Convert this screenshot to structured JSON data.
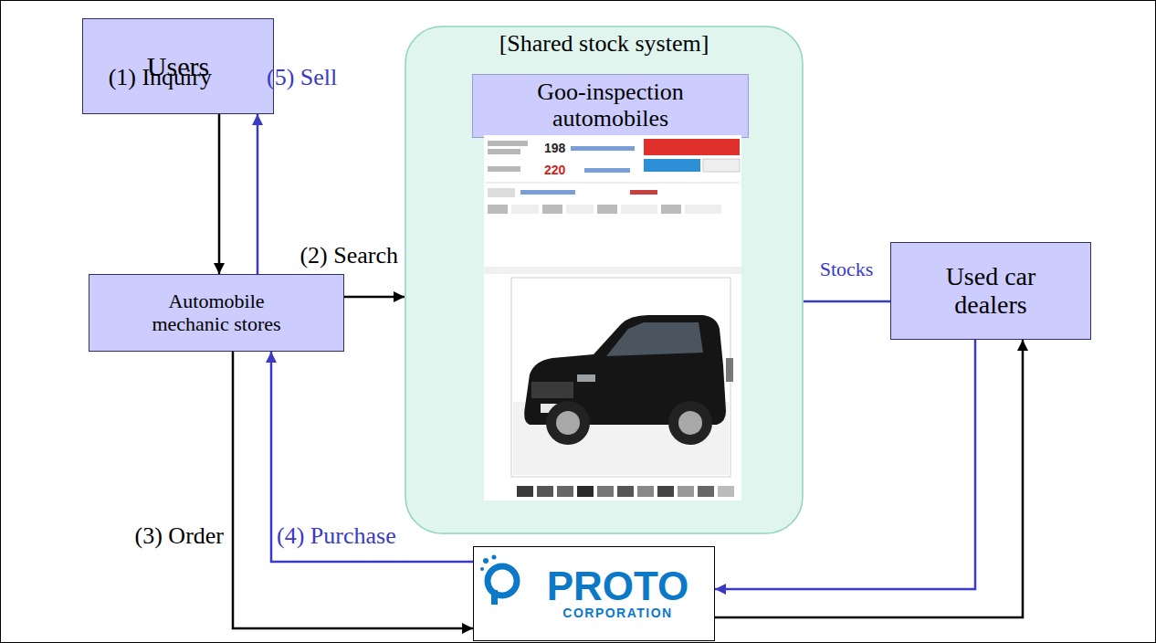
{
  "diagram": {
    "nodes": [
      {
        "text": [
          "Users"
        ]
      },
      {
        "text": [
          "Automobile mechanic stores"
        ]
      },
      {
        "text": [
          "[Shared stock system]"
        ]
      },
      {
        "text": [
          "Goo-inspection automobiles"
        ],
        "in": 2
      },
      {
        "text": [
          "Used car dealers"
        ]
      },
      {
        "text": [
          "PROTO",
          "CORPORATION"
        ]
      }
    ],
    "edges": [
      {
        "from": 0,
        "to": 1,
        "arrow": "to",
        "label": "(1) Inquiry"
      },
      {
        "from": 1,
        "to": 0,
        "arrow": "to",
        "label": "(5) Sell"
      },
      {
        "from": 1,
        "to": 2,
        "arrow": "to",
        "label": "(2) Search"
      },
      {
        "from": 2,
        "to": 4,
        "arrow": "none",
        "label": "Stocks"
      },
      {
        "from": 1,
        "to": 5,
        "arrow": "to",
        "label": "(3) Order"
      },
      {
        "from": 5,
        "to": 1,
        "arrow": "to",
        "label": "(4) Purchase"
      },
      {
        "from": 5,
        "to": 4,
        "arrow": "to"
      },
      {
        "from": 4,
        "to": 5,
        "arrow": "to"
      }
    ],
    "labels": [
      "198",
      "220"
    ]
  }
}
